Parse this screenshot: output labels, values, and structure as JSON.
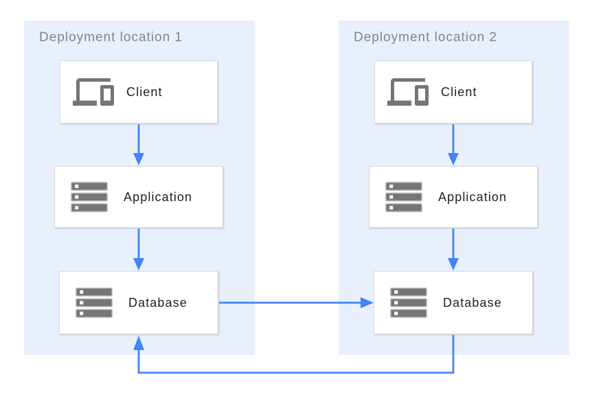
{
  "diagram": {
    "panels": [
      {
        "title": "Deployment location 1",
        "nodes": [
          {
            "label": "Client",
            "icon": "devices-icon"
          },
          {
            "label": "Application",
            "icon": "server-stack-icon"
          },
          {
            "label": "Database",
            "icon": "server-stack-icon"
          }
        ]
      },
      {
        "title": "Deployment location 2",
        "nodes": [
          {
            "label": "Client",
            "icon": "devices-icon"
          },
          {
            "label": "Application",
            "icon": "server-stack-icon"
          },
          {
            "label": "Database",
            "icon": "server-stack-icon"
          }
        ]
      }
    ],
    "edges": [
      {
        "from": "Client (location 1)",
        "to": "Application (location 1)",
        "direction": "down"
      },
      {
        "from": "Application (location 1)",
        "to": "Database (location 1)",
        "direction": "down"
      },
      {
        "from": "Client (location 2)",
        "to": "Application (location 2)",
        "direction": "down"
      },
      {
        "from": "Application (location 2)",
        "to": "Database (location 2)",
        "direction": "down"
      },
      {
        "from": "Database (location 1)",
        "to": "Database (location 2)",
        "direction": "right"
      },
      {
        "from": "Database (location 2)",
        "to": "Database (location 1)",
        "direction": "loop-bottom"
      }
    ],
    "colors": {
      "panel_background": "#e8f0fe",
      "node_background": "#ffffff",
      "node_border": "#d8dbdf",
      "arrow": "#4285f4",
      "icon": "#757575",
      "title_text": "#7e858b",
      "label_text": "#212124"
    }
  }
}
